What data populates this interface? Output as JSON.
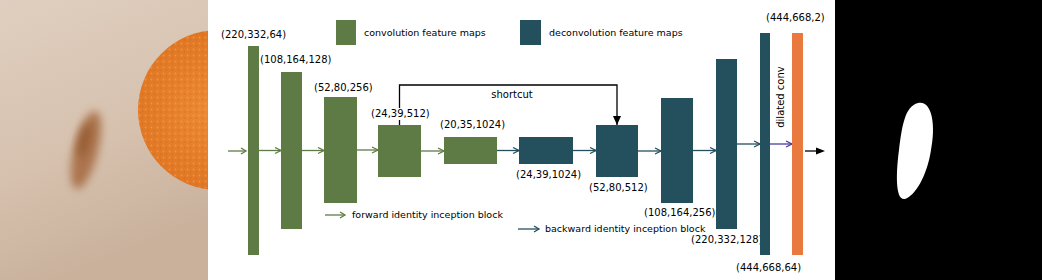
{
  "diagram": {
    "nodes": [
      {
        "text": [
          "(220,332,64)"
        ]
      },
      {
        "text": [
          "(108,164,128)"
        ]
      },
      {
        "text": [
          "(52,80,256)"
        ]
      },
      {
        "text": [
          "(24,39,512)"
        ]
      },
      {
        "text": [
          "(20,35,1024)"
        ]
      },
      {
        "text": [
          "(24,39,1024)"
        ]
      },
      {
        "text": [
          "(52,80,512)"
        ]
      },
      {
        "text": [
          "(108,164,256)"
        ]
      },
      {
        "text": [
          "(220,332,128)"
        ]
      },
      {
        "text": [
          "(444,668,64)"
        ]
      },
      {
        "text": [
          "(444,668,2)"
        ]
      }
    ],
    "edges": [
      {
        "from": 0,
        "to": 1,
        "arrow": "to"
      },
      {
        "from": 1,
        "to": 2,
        "arrow": "to"
      },
      {
        "from": 2,
        "to": 3,
        "arrow": "to"
      },
      {
        "from": 3,
        "to": 4,
        "arrow": "to"
      },
      {
        "from": 4,
        "to": 5,
        "arrow": "to"
      },
      {
        "from": 5,
        "to": 6,
        "arrow": "to"
      },
      {
        "from": 6,
        "to": 7,
        "arrow": "to"
      },
      {
        "from": 7,
        "to": 8,
        "arrow": "to"
      },
      {
        "from": 8,
        "to": 9,
        "arrow": "to"
      },
      {
        "from": 9,
        "to": 10,
        "label": "dilated conv",
        "arrow": "to"
      },
      {
        "from": 3,
        "to": 6,
        "label": "shortcut",
        "arrow": "to"
      }
    ],
    "legend": [
      {
        "text": "convolution feature maps",
        "color": "#5f7b45"
      },
      {
        "text": "deconvolution feature maps",
        "color": "#24505e"
      },
      {
        "text": "forward identity inception block"
      },
      {
        "text": "backward identity inception block"
      }
    ]
  }
}
